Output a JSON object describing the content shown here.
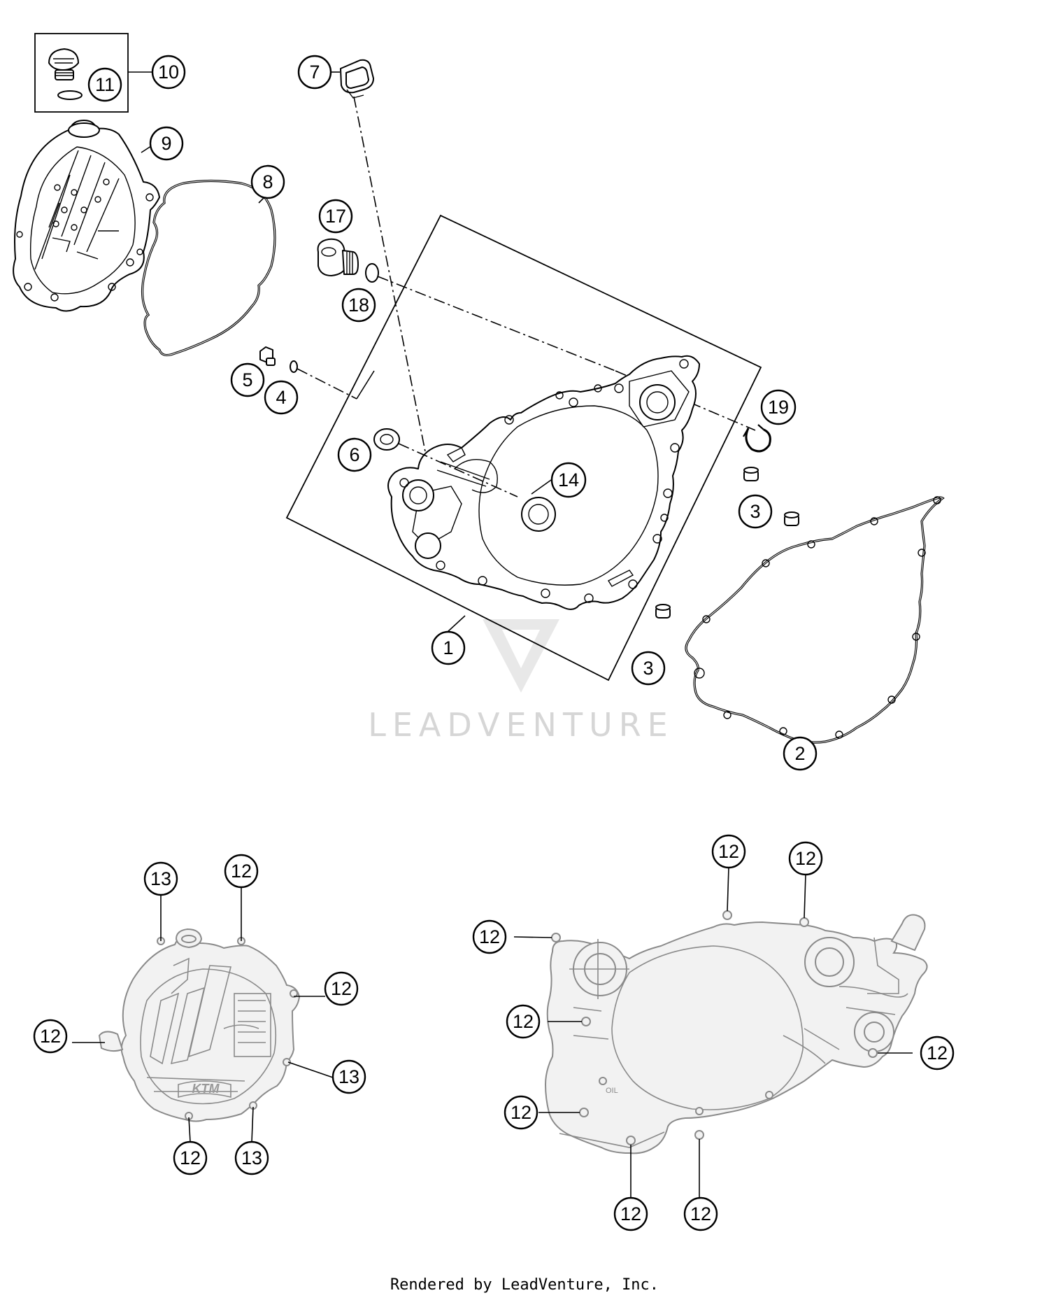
{
  "callouts": [
    {
      "id": "c10",
      "label": "10"
    },
    {
      "id": "c11",
      "label": "11"
    },
    {
      "id": "c9",
      "label": "9"
    },
    {
      "id": "c8",
      "label": "8"
    },
    {
      "id": "c7",
      "label": "7"
    },
    {
      "id": "c17",
      "label": "17"
    },
    {
      "id": "c18",
      "label": "18"
    },
    {
      "id": "c5",
      "label": "5"
    },
    {
      "id": "c4",
      "label": "4"
    },
    {
      "id": "c6",
      "label": "6"
    },
    {
      "id": "c14",
      "label": "14"
    },
    {
      "id": "c19",
      "label": "19"
    },
    {
      "id": "c3a",
      "label": "3"
    },
    {
      "id": "c3b",
      "label": "3"
    },
    {
      "id": "c1",
      "label": "1"
    },
    {
      "id": "c2",
      "label": "2"
    },
    {
      "id": "d13a",
      "label": "13"
    },
    {
      "id": "d12a",
      "label": "12"
    },
    {
      "id": "d12b",
      "label": "12"
    },
    {
      "id": "d12c",
      "label": "12"
    },
    {
      "id": "d13b",
      "label": "13"
    },
    {
      "id": "d12d",
      "label": "12"
    },
    {
      "id": "d13c",
      "label": "13"
    },
    {
      "id": "e12a",
      "label": "12"
    },
    {
      "id": "e12b",
      "label": "12"
    },
    {
      "id": "e12c",
      "label": "12"
    },
    {
      "id": "e12d",
      "label": "12"
    },
    {
      "id": "e12e",
      "label": "12"
    },
    {
      "id": "e12f",
      "label": "12"
    },
    {
      "id": "e12g",
      "label": "12"
    },
    {
      "id": "e12h",
      "label": "12"
    }
  ],
  "watermark": {
    "text": "LEADVENTURE"
  },
  "cover_logo": {
    "text": "KTM"
  },
  "oil_mark": {
    "text": "OIL"
  },
  "footer": {
    "text": "Rendered by LeadVenture, Inc."
  }
}
